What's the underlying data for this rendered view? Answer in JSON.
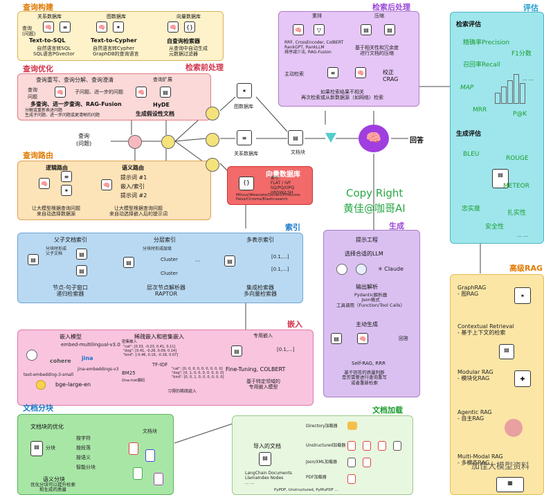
{
  "sections": {
    "query_construct": "查询构建",
    "query_optimize": "查询优化",
    "query_route": "查询路由",
    "pre_process": "检索前处理",
    "post_process": "检索后处理",
    "eval": "评估",
    "index": "索引",
    "embed": "嵌入",
    "generate": "生成",
    "advanced": "高级RAG",
    "doc_split": "文档分块",
    "doc_load": "文档加载"
  },
  "construct": {
    "c1_title": "关系数据库",
    "c1_q": "查询\n(问题)",
    "c1_method": "Text-to-SQL",
    "c1_desc": "自然语言转SQL\nSQL语言PGvector",
    "c2_title": "图数据库",
    "c2_method": "Text-to-Cypher",
    "c2_desc": "自然语言转Cypher\nGraphDB的查询语言",
    "c3_title": "向量数据库",
    "c3_method": "自查询检索器",
    "c3_desc": "从查询中自动生成\n元数据过滤器"
  },
  "optimize": {
    "l1": "查询重写、查询分解、查询澄清",
    "l2": "查询",
    "l3": "问题",
    "l4": "子问题、进一步的问题",
    "l5": "多查询、进一步查询、RAG-Fusion",
    "l6": "分解或重新表述问题\n生成子问题、进一步问题或更清晰的问题",
    "r1": "查询扩展",
    "r2": "HyDE",
    "r3": "生成假设性文档"
  },
  "route": {
    "logic": "逻辑路由",
    "logic_desc": "让大模型根据查询问题\n来自动选择数据源",
    "semantic": "语义路由",
    "p1": "提示词 #1",
    "p2": "嵌入/索引",
    "p3": "提示词 #2",
    "semantic_desc": "让大模型根据查询问题\n来自动选择嵌入后的提示词"
  },
  "center": {
    "query": "查询\n(问题)",
    "graphdb": "图数据库",
    "reldb": "关系数据库",
    "chunk": "文档块",
    "vdb_title": "向量数据库",
    "vdb_index": "索引：\nFLAT / IVF\nSQ/PQ/OPQ\nHNSW/LSH",
    "vdb_list": "Milvus/Weaviate/Qdrant/Pinecone\nFaiss/Chroma/Elasticsearch",
    "answer": "回答",
    "copy1": "Copy Right",
    "copy2": "黄佳@咖哥AI"
  },
  "post": {
    "rerank": "重排",
    "rerank_list": "RRF, CrossEncoder, ColBERT\nRankGPT, RankLLM\n排序减少法, RAG-Fusion",
    "compress": "压缩",
    "compress_desc": "基于相关性和冗余度\n进行文档的压缩",
    "active": "主动检索",
    "correct": "校正\nCRAG",
    "correct_desc": "如果检索结果不相关\n再次检索或从新数据源（如网络）检索"
  },
  "eval": {
    "retrieval": "检索评估",
    "precision": "精确率Precision",
    "f1": "F1分数",
    "recall": "召回率Recall",
    "map": "MAP",
    "mrr": "MRR",
    "pk": "P@K",
    "dots": "... ...",
    "gen": "生成评估",
    "bleu": "BLEU",
    "rouge": "ROUGE",
    "meteor": "METEOR",
    "faith": "忠实度",
    "fact": "扎实性",
    "safety": "安全性"
  },
  "index": {
    "parent": "父子文档索引",
    "p_desc": "分块时形成\n父子文档",
    "p_bottom": "节点-句子窗口\n递归检索器",
    "hier": "分层索引",
    "h_desc": "分块时形成层级",
    "cluster": "Cluster",
    "h_bottom": "层次节点解析器\nRAPTOR",
    "multi": "多表示索引",
    "vec": "[0.1,...]",
    "m_bottom": "集成检索器\n多向量检索器"
  },
  "embed": {
    "model": "嵌入模型",
    "m1": "embed-multilingual-v3.0",
    "m2": "cohere",
    "m3": "jina-embeddings-v3",
    "m4": "text-embedding-3-small",
    "m5": "bge-large-en",
    "sparse": "稀疏嵌入和密集嵌入",
    "dense": "密集嵌入",
    "sparse_label": "稀疏嵌入",
    "tfidf": "TF-IDF",
    "bm25": "BM25",
    "onehot": "One-hot编码",
    "learn": "习得的稀疏嵌入",
    "dense_vals": "\"cat\": [0.33, -0.23, 0.41, 0.11]\n\"dog\": [0.41, -0.26, 0.09, 0.14]\n\"bird\": [-0.46, 0.16, -0.18, 0.07]",
    "sparse_vals": "\"cat\": [0, 0, 0, 0, 0, 0, 0, 0, 0]\n\"dog\": [0, 1, 0, 0, 0, 0, 0, 0, 0]\n\"bird\": [0, 0, 1, 0, 0, 0, 0, 0, 0]",
    "special": "专用嵌入",
    "ft": "Fine-Tuning, COLBERT",
    "ft_desc": "基于特定领域的\n专用嵌入模型",
    "vec": "[0.1,...]"
  },
  "gen": {
    "prompt": "提示工程",
    "llm": "选择合适的LLM",
    "claude": "Claude",
    "parse": "输出解析",
    "parse_desc": "Pydantic解析器\nJson格式\n工具调用（Function/Tool Calls）",
    "active": "主动生成",
    "answer": "回答",
    "self": "Self-RAG, RRR",
    "self_desc": "基于回答的质量判断\n是否需要进行查询重写\n或者重新检索"
  },
  "adv": {
    "graph": "GraphRAG\n- 图RAG",
    "ctx": "Contextual Retrieval\n- 基于上下文的检索",
    "modular": "Modular RAG\n- 模块化RAG",
    "agentic": "Agentic RAG\n- 自主RAG",
    "multimodal": "Multi-Modal RAG\n- 多模态RAG",
    "watermark": "加佳大模型资料"
  },
  "split": {
    "opt": "文档块的优化",
    "block": "分块",
    "c1": "按字符",
    "c2": "按段落",
    "c3": "按语义",
    "c4": "智能分块",
    "sem": "语义分块",
    "sem_desc": "优化分块可以提升检索\n和生成的质量",
    "doc": "文档块"
  },
  "load": {
    "imported": "导入的文档",
    "lib": "LangChain Documents\nLlamaIndex Nodes\n... ...",
    "dir": "Directory加载器",
    "unstruct": "Unstructured加载器",
    "json": "Json/XML加载器",
    "pdf": "PDF加载器",
    "files": "PyPDF, Unstructured, PyMuPDF ..."
  }
}
